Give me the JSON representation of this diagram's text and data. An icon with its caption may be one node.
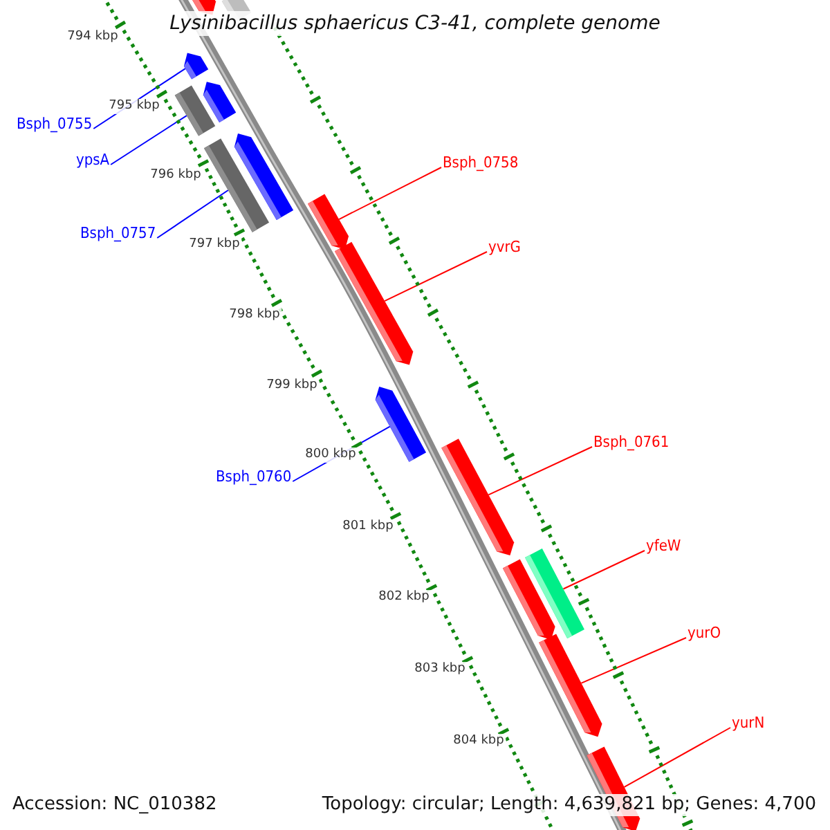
{
  "diagram": {
    "title": "Lysinibacillus sphaericus C3-41, complete genome",
    "nodes": [
      {
        "text": [
          "Bsph_0755"
        ]
      },
      {
        "text": [
          "ypsA"
        ]
      },
      {
        "text": [
          "Bsph_0757"
        ]
      },
      {
        "text": [
          "Bsph_0758"
        ]
      },
      {
        "text": [
          "yvrG"
        ]
      },
      {
        "text": [
          "Bsph_0760"
        ]
      },
      {
        "text": [
          "Bsph_0761"
        ]
      },
      {
        "text": [
          "yfeW"
        ]
      },
      {
        "text": [
          "yurO"
        ]
      },
      {
        "text": [
          "yurN"
        ]
      },
      {
        "text": [],
        "shape": "arrow"
      },
      {
        "text": [],
        "shape": "bar"
      },
      {
        "text": [],
        "shape": "arrow"
      },
      {
        "text": [],
        "shape": "arrow"
      },
      {
        "text": [],
        "shape": "bar"
      },
      {
        "text": [],
        "shape": "bar"
      },
      {
        "text": [],
        "shape": "arrow"
      },
      {
        "text": [],
        "shape": "arrow"
      },
      {
        "text": [],
        "shape": "arrow"
      },
      {
        "text": [],
        "shape": "arrow"
      },
      {
        "text": [],
        "shape": "arrow"
      },
      {
        "text": [],
        "shape": "arrow"
      },
      {
        "text": [],
        "shape": "bar"
      },
      {
        "text": [],
        "shape": "arrow"
      },
      {
        "text": [],
        "shape": "arrow"
      }
    ],
    "edges": [
      {
        "from": 0,
        "to": 12,
        "arrow": "none",
        "color": "#0000ff"
      },
      {
        "from": 1,
        "to": 14,
        "arrow": "none",
        "color": "#0000ff"
      },
      {
        "from": 2,
        "to": 15,
        "arrow": "none",
        "color": "#0000ff"
      },
      {
        "from": 3,
        "to": 17,
        "arrow": "none"
      },
      {
        "from": 4,
        "to": 18,
        "arrow": "none"
      },
      {
        "from": 5,
        "to": 19,
        "arrow": "none",
        "color": "#0000ff"
      },
      {
        "from": 6,
        "to": 20,
        "arrow": "none"
      },
      {
        "from": 7,
        "to": 22,
        "arrow": "none"
      },
      {
        "from": 8,
        "to": 23,
        "arrow": "none"
      },
      {
        "from": 9,
        "to": 24,
        "arrow": "none"
      }
    ],
    "labels": [
      "794 kbp",
      "795 kbp",
      "796 kbp",
      "797 kbp",
      "798 kbp",
      "799 kbp",
      "800 kbp",
      "801 kbp",
      "802 kbp",
      "803 kbp",
      "804 kbp",
      "Accession: NC_010382",
      "Topology: circular; Length: 4,639,821 bp; Genes: 4,700"
    ]
  }
}
